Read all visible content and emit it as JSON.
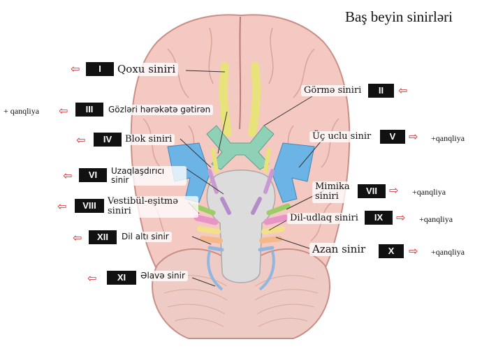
{
  "title": "Baş beyin sinirləri",
  "colors": {
    "brain": "#f3c9c2",
    "brain_outline": "#c98e86",
    "cerebellum": "#eecbc4",
    "brainstem": "#dcdcdc",
    "olfactory": "#e8e27a",
    "optic": "#8fd1b6",
    "trigeminal": "#6db4e6",
    "vagus": "#f3b98a",
    "hypoglossal": "#8fb7e0",
    "arrow": "#d8262e"
  },
  "nerves": [
    {
      "num": "I",
      "label": "Qoxu siniri",
      "note": ""
    },
    {
      "num": "II",
      "label": "Görmə siniri",
      "note": ""
    },
    {
      "num": "III",
      "label": "Gözləri hərəkətə gətirən",
      "note": "+ qanqliya"
    },
    {
      "num": "IV",
      "label": "Blok siniri",
      "note": ""
    },
    {
      "num": "V",
      "label": "Üç uclu sinir",
      "note": "+qanqliya"
    },
    {
      "num": "VI",
      "label": "Uzaqlaşdırıcı sinir",
      "note": ""
    },
    {
      "num": "VII",
      "label": "Mimika siniri",
      "note": "+qanqliya"
    },
    {
      "num": "VIII",
      "label": "Vestibül-eşitmə siniri",
      "note": ""
    },
    {
      "num": "IX",
      "label": "Dil-udlaq siniri",
      "note": "+qanqliya"
    },
    {
      "num": "X",
      "label": "Azan sinir",
      "note": "+qanqliya"
    },
    {
      "num": "XI",
      "label": "Əlavə sinir",
      "note": ""
    },
    {
      "num": "XII",
      "label": "Dil altı sinir",
      "note": ""
    }
  ]
}
